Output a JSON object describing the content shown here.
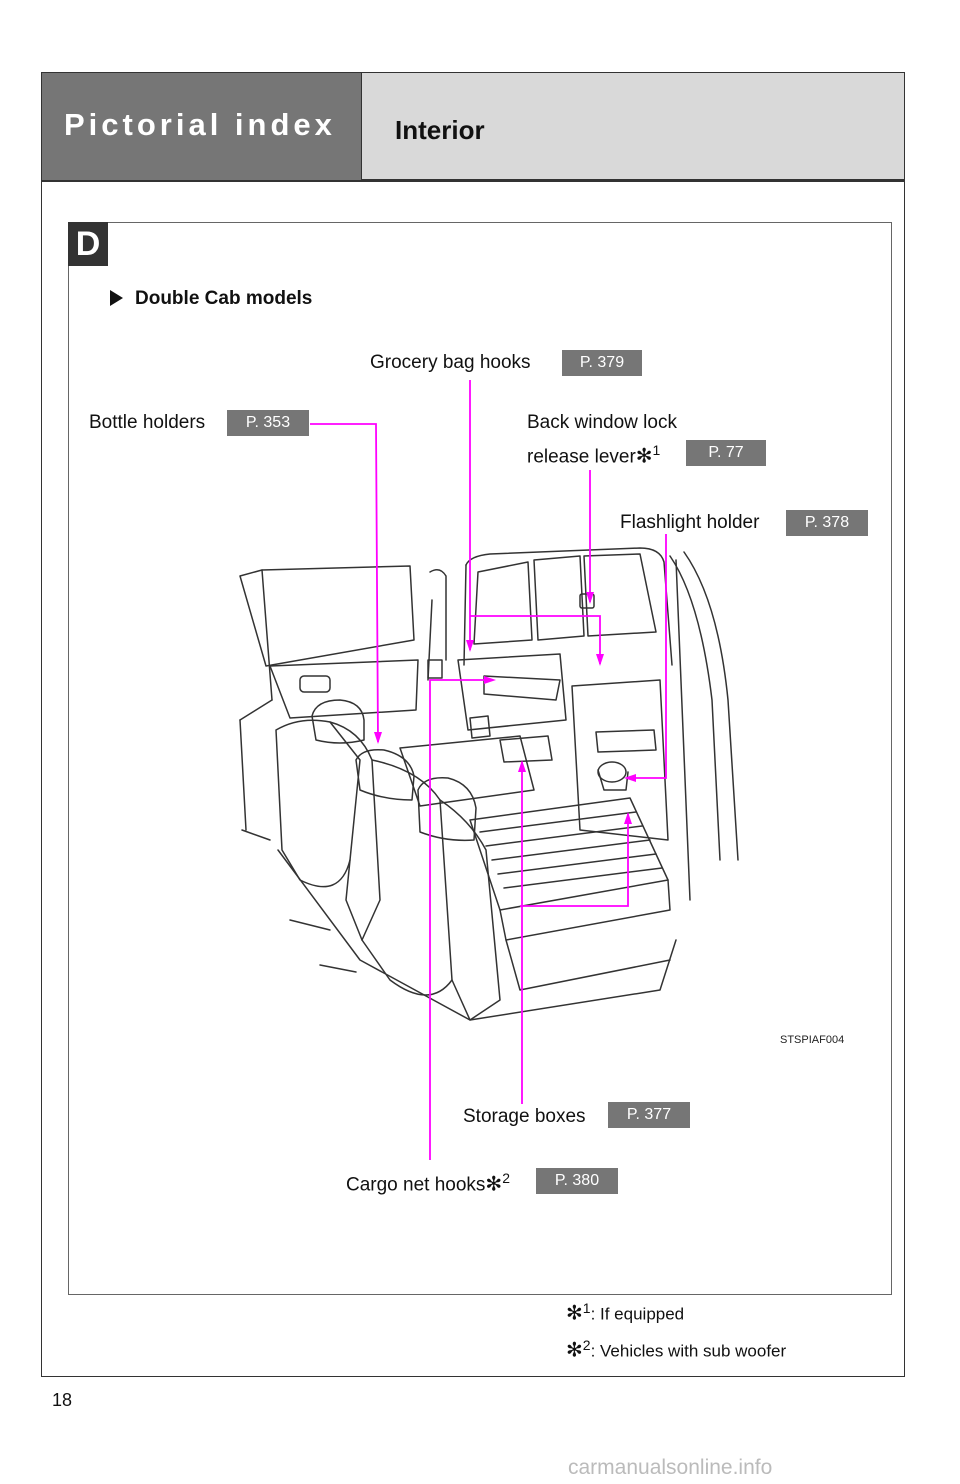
{
  "header": {
    "section": "Pictorial index",
    "title": "Interior"
  },
  "section_badge": "D",
  "subheading": "Double Cab models",
  "callouts": {
    "grocery": {
      "label": "Grocery bag hooks",
      "page": "P. 379"
    },
    "bottle": {
      "label": "Bottle holders",
      "page": "P. 353"
    },
    "backwindow": {
      "line1": "Back window lock",
      "line2": "release lever",
      "mark": "✻",
      "sup": "1",
      "page": "P. 77"
    },
    "flashlight": {
      "label": "Flashlight holder",
      "page": "P. 378"
    },
    "storage": {
      "label": "Storage boxes",
      "page": "P. 377"
    },
    "cargo": {
      "label": "Cargo net hooks",
      "mark": "✻",
      "sup": "2",
      "page": "P. 380"
    }
  },
  "illustration_code": "STSPIAF004",
  "footnotes": [
    {
      "mark": "✻",
      "sup": "1",
      "text": ": If equipped"
    },
    {
      "mark": "✻",
      "sup": "2",
      "text": ": Vehicles with sub woofer"
    }
  ],
  "page_number": "18",
  "watermark": "carmanualsonline.info",
  "colors": {
    "leader": "#ff00ff",
    "header_dark": "#767676",
    "header_light": "#d9d9d9",
    "page_tag": "#767676"
  }
}
